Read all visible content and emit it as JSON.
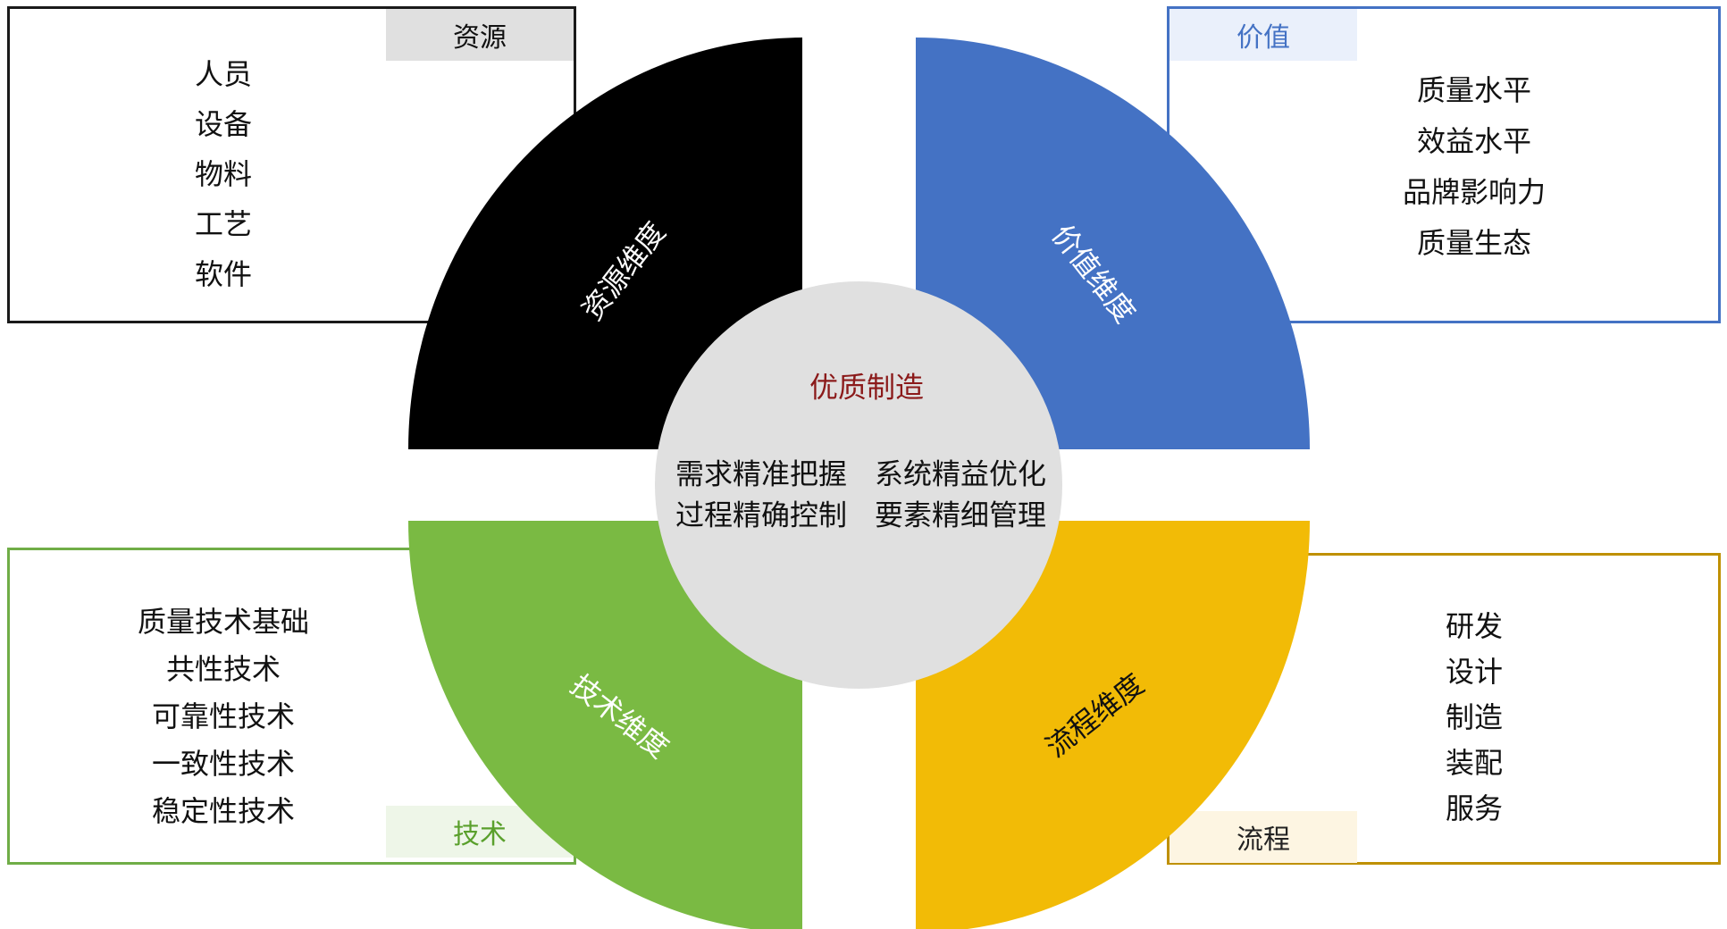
{
  "center": {
    "title": "优质制造",
    "line1_left": "需求精准把握",
    "line1_right": "系统精益优化",
    "line2_left": "过程精确控制",
    "line2_right": "要素精细管理"
  },
  "quadrants": {
    "resource": {
      "label": "资源维度",
      "tag": "资源",
      "color": "#000000",
      "items": [
        "人员",
        "设备",
        "物料",
        "工艺",
        "软件"
      ]
    },
    "value": {
      "label": "价值维度",
      "tag": "价值",
      "color": "#4472c4",
      "items": [
        "质量水平",
        "效益水平",
        "品牌影响力",
        "质量生态"
      ]
    },
    "tech": {
      "label": "技术维度",
      "tag": "技术",
      "color": "#7aba43",
      "items": [
        "质量技术基础",
        "共性技术",
        "可靠性技术",
        "一致性技术",
        "稳定性技术"
      ]
    },
    "flow": {
      "label": "流程维度",
      "tag": "流程",
      "color": "#f2bb06",
      "items": [
        "研发",
        "设计",
        "制造",
        "装配",
        "服务"
      ]
    }
  },
  "colors": {
    "center_fill": "#e0e0e0",
    "center_title": "#8b1a1a",
    "center_text": "#111111"
  }
}
